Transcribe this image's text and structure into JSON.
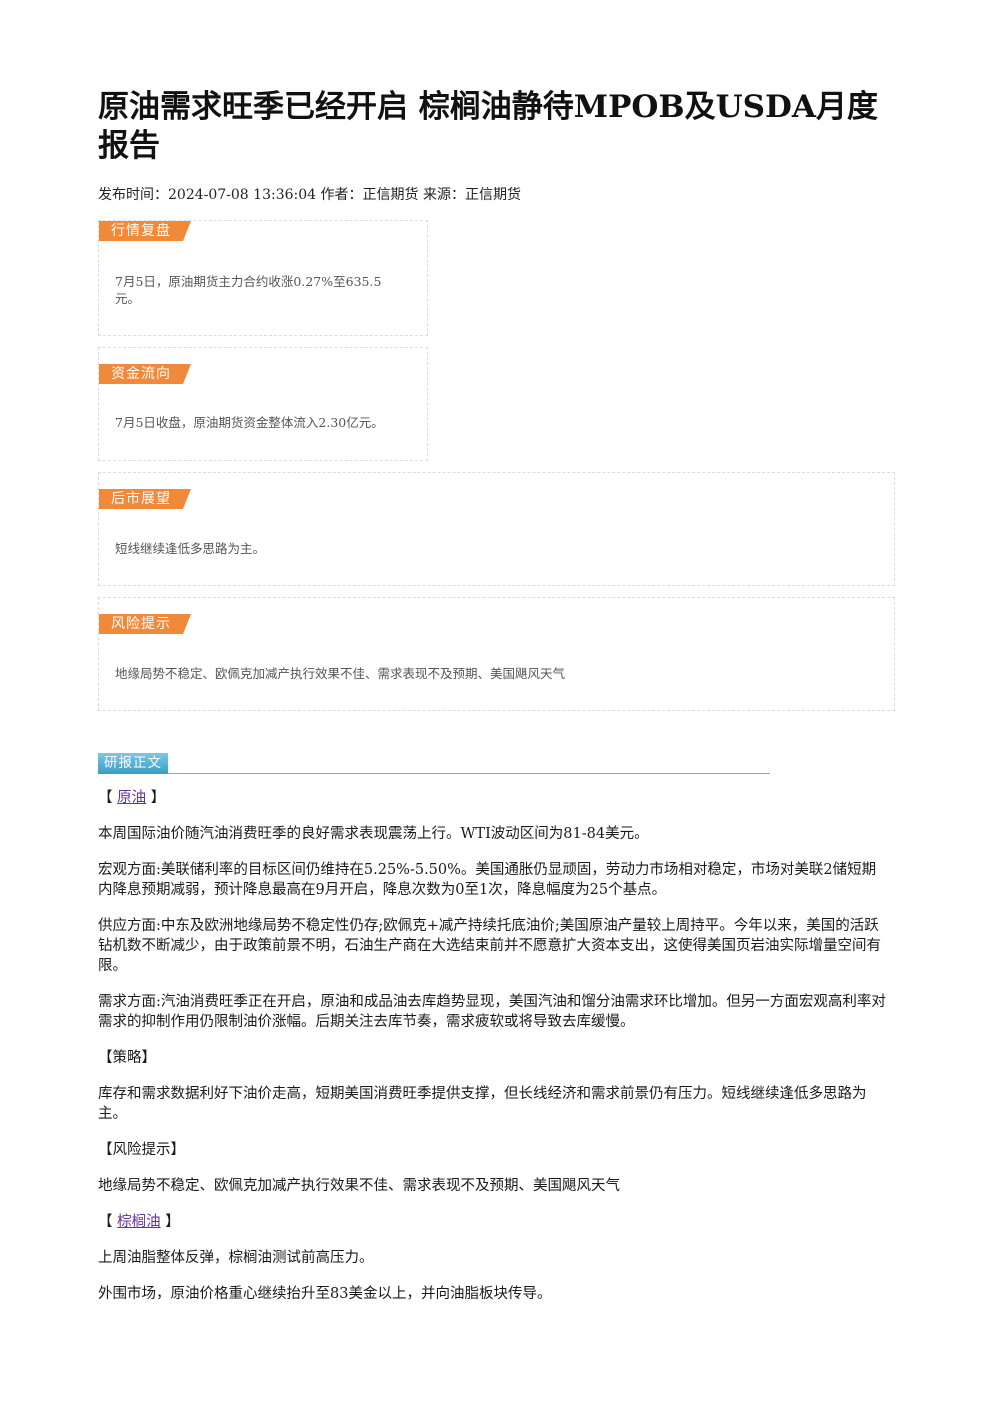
{
  "article": {
    "title": "原油需求旺季已经开启 棕榈油静待MPOB及USDA月度报告",
    "meta": "发布时间：2024-07-08 13:36:04 作者：正信期货 来源：正信期货"
  },
  "summary": {
    "market_review": {
      "tag": "行情复盘",
      "text": "7月5日，原油期货主力合约收涨0.27%至635.5元。"
    },
    "capital_flow": {
      "tag": "资金流向",
      "text": "7月5日收盘，原油期货资金整体流入2.30亿元。"
    },
    "outlook": {
      "tag": "后市展望",
      "text": "短线继续逢低多思路为主。"
    },
    "risk": {
      "tag": "风险提示",
      "text": "地缘局势不稳定、欧佩克加减产执行效果不佳、需求表现不及预期、美国飓风天气"
    }
  },
  "body": {
    "section_label": "研报正文",
    "bracket_open": "【",
    "bracket_close": "】",
    "crude_link": "原油",
    "p1": "本周国际油价随汽油消费旺季的良好需求表现震荡上行。WTI波动区间为81-84美元。",
    "p2": "宏观方面:美联储利率的目标区间仍维持在5.25%-5.50%。美国通胀仍显顽固，劳动力市场相对稳定，市场对美联2储短期内降息预期减弱，预计降息最高在9月开启，降息次数为0至1次，降息幅度为25个基点。",
    "p3": "供应方面:中东及欧洲地缘局势不稳定性仍存;欧佩克+减产持续托底油价;美国原油产量较上周持平。今年以来，美国的活跃钻机数不断减少，由于政策前景不明，石油生产商在大选结束前并不愿意扩大资本支出，这使得美国页岩油实际增量空间有限。",
    "p4": "需求方面:汽油消费旺季正在开启，原油和成品油去库趋势显现，美国汽油和馏分油需求环比增加。但另一方面宏观高利率对需求的抑制作用仍限制油价涨幅。后期关注去库节奏，需求疲软或将导致去库缓慢。",
    "strategy_heading": "【策略】",
    "p5": "库存和需求数据利好下油价走高，短期美国消费旺季提供支撑，但长线经济和需求前景仍有压力。短线继续逢低多思路为主。",
    "risk_heading": "【风险提示】",
    "p6": "地缘局势不稳定、欧佩克加减产执行效果不佳、需求表现不及预期、美国飓风天气",
    "palm_link": "棕榈油",
    "p7": "上周油脂整体反弹，棕榈油测试前高压力。",
    "p8": "外围市场，原油价格重心继续抬升至83美金以上，并向油脂板块传导。"
  }
}
